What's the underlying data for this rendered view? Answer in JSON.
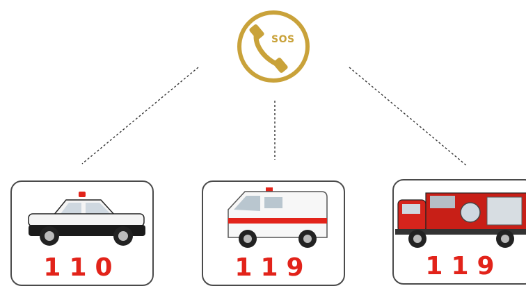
{
  "sos": {
    "label": "SOS",
    "icon": "phone-icon",
    "color": "#c9a23a"
  },
  "cards": {
    "police": {
      "icon": "police-car-icon",
      "number": "110"
    },
    "ambulance": {
      "icon": "ambulance-icon",
      "number": "119"
    },
    "fire": {
      "icon": "fire-truck-icon",
      "number": "119"
    }
  },
  "colors": {
    "number": "#e2231a",
    "border": "#4a4a4a"
  }
}
